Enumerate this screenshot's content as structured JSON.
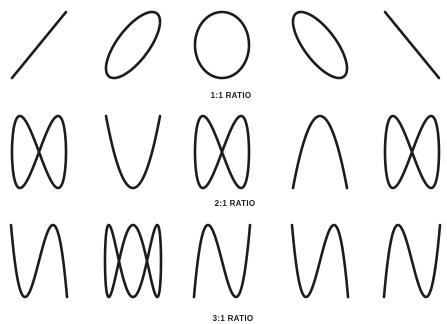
{
  "figure": {
    "rows": [
      {
        "caption": "1:1 RATIO",
        "ratio": [
          1,
          1
        ],
        "phases_deg": [
          0,
          45,
          90,
          135,
          180
        ]
      },
      {
        "caption": "2:1 RATIO",
        "ratio": [
          1,
          2
        ],
        "phases_deg": [
          90,
          45,
          0,
          315,
          270
        ]
      },
      {
        "caption": "3:1 RATIO",
        "ratio": [
          1,
          3
        ],
        "phases_deg": [
          0,
          30,
          60,
          120,
          180
        ]
      }
    ]
  }
}
